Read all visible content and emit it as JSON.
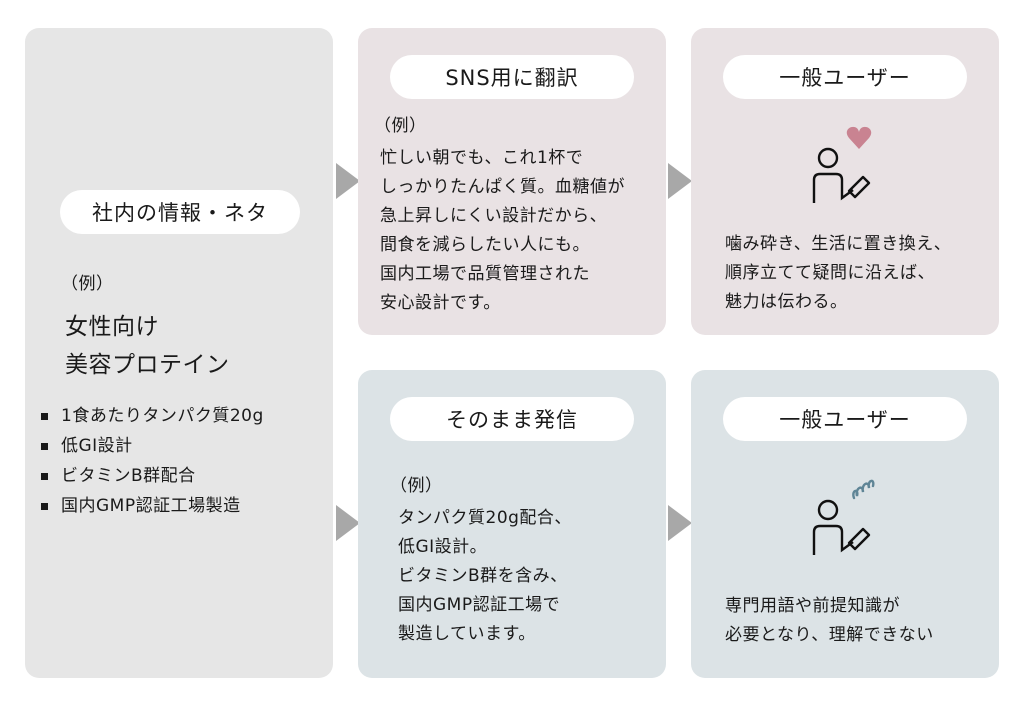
{
  "source": {
    "title": "社内の情報・ネタ",
    "example_label": "（例）",
    "product_lines": [
      "女性向け",
      "美容プロテイン"
    ],
    "features": [
      "1食あたりタンパク質20g",
      "低GI設計",
      "ビタミンB群配合",
      "国内GMP認証工場製造"
    ]
  },
  "top": {
    "method": "SNS用に翻訳",
    "example_label": "（例）",
    "example_lines": [
      "忙しい朝でも、これ1杯で",
      "しっかりたんぱく質。血糖値が",
      "急上昇しにくい設計だから、",
      "間食を減らしたい人にも。",
      "国内工場で品質管理された",
      "安心設計です。"
    ],
    "audience": "一般ユーザー",
    "icon": "person-heart-icon",
    "result_lines": [
      "噛み砕き、生活に置き換え、",
      "順序立てて疑問に沿えば、",
      "魅力は伝わる。"
    ]
  },
  "bottom": {
    "method": "そのまま発信",
    "example_label": "（例）",
    "example_lines": [
      "タンパク質20g配合、",
      "低GI設計。",
      "ビタミンB群を含み、",
      "国内GMP認証工場で",
      "製造しています。"
    ],
    "audience": "一般ユーザー",
    "icon": "person-confused-icon",
    "result_lines": [
      "専門用語や前提知識が",
      "必要となり、理解できない"
    ]
  },
  "colors": {
    "source_bg": "#e6e6e6",
    "top_bg": "#e9e2e4",
    "bottom_bg": "#dce3e6",
    "heart": "#c98391",
    "squiggle": "#5f8596",
    "arrow": "#a8a8a8"
  }
}
